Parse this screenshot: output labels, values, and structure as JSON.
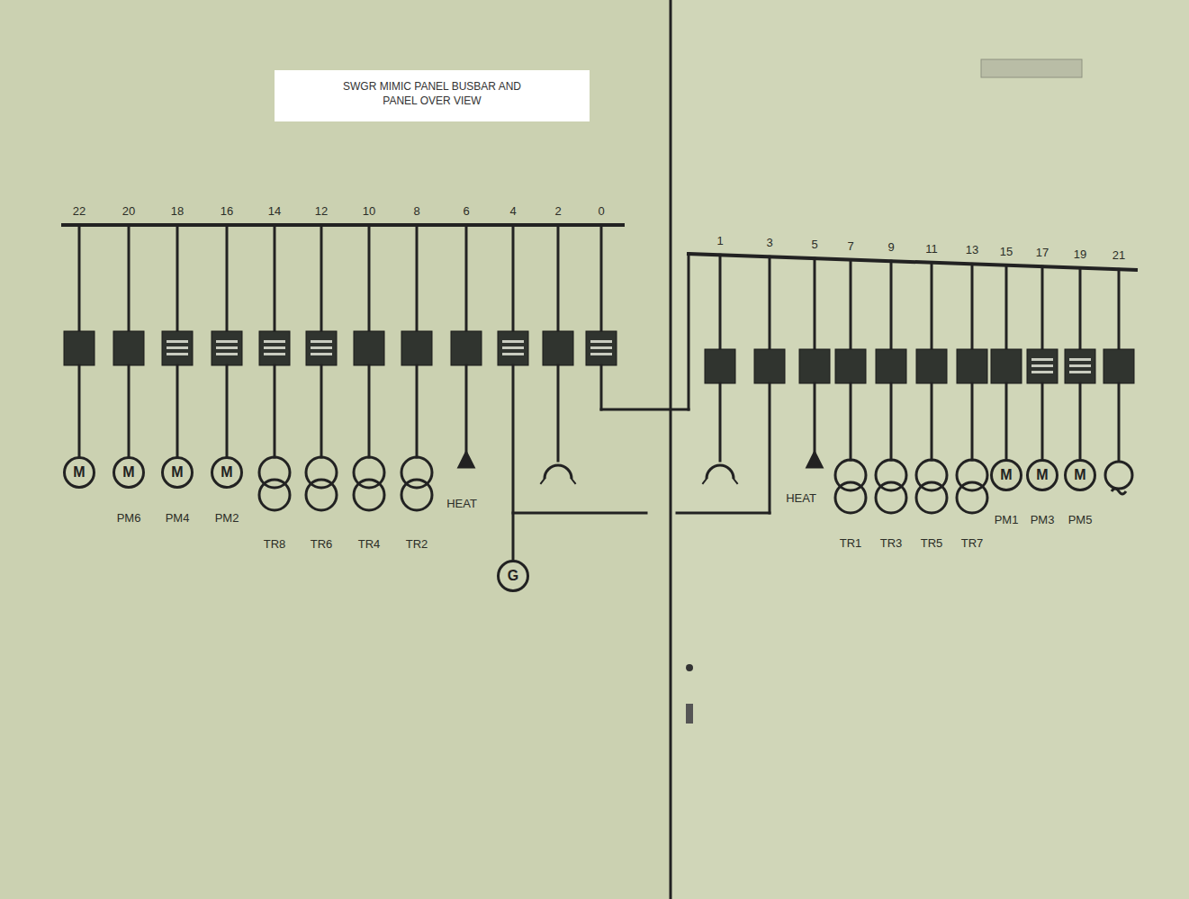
{
  "diagram": {
    "title": "SWGR MIMIC PANEL BUSBAR AND PANEL OVER VIEW",
    "nodes": [
      {
        "text": [
          "M"
        ]
      },
      {
        "text": [
          "M"
        ]
      },
      {
        "text": [
          "M"
        ]
      },
      {
        "text": [
          "M"
        ]
      },
      {
        "text": [
          "M"
        ]
      },
      {
        "text": [
          "M"
        ]
      },
      {
        "text": [
          "M"
        ]
      },
      {
        "text": [
          "G"
        ]
      }
    ],
    "labels": [
      "22",
      "20",
      "18",
      "16",
      "14",
      "12",
      "10",
      "8",
      "6",
      "4",
      "2",
      "0",
      "1",
      "3",
      "5",
      "7",
      "9",
      "11",
      "13",
      "15",
      "17",
      "19",
      "21",
      "HEAT",
      "HEAT",
      "PM6",
      "PM4",
      "PM2",
      "TR8",
      "TR6",
      "TR4",
      "TR2",
      "TR1",
      "TR3",
      "TR5",
      "TR7",
      "PM1",
      "PM3",
      "PM5"
    ]
  }
}
